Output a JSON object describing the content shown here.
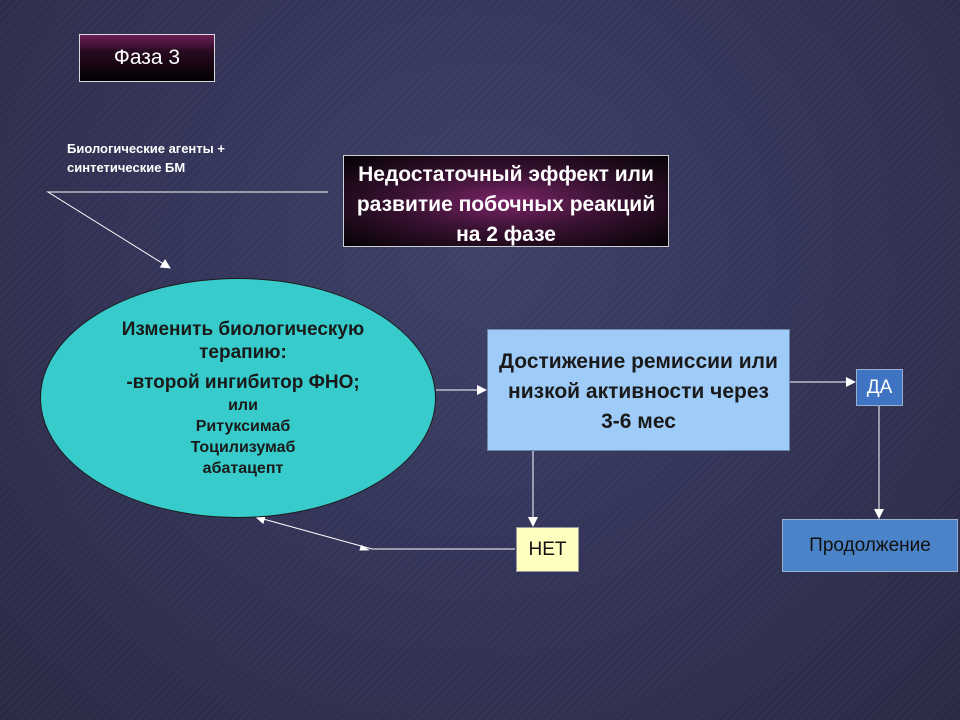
{
  "phase_label": "Фаза 3",
  "agents_text": {
    "line1": "Биологические агенты +",
    "line2": "синтетические БМ"
  },
  "insufficient_text": "Недостаточный эффект или\nразвитие побочных реакций\nна 2 фазе",
  "change_therapy": {
    "line1": "Изменить биологическую",
    "line2": "терапию:",
    "line3": "-второй ингибитор ФНО;",
    "line4": "или",
    "line5": "Ритуксимаб",
    "line6": "Тоцилизумаб",
    "line7": "абатацепт"
  },
  "remission_text": "Достижение ремиссии или\nнизкой активности через\n3-6 мес",
  "yes_label": "ДА",
  "no_label": "НЕТ",
  "continue_label": "Продолжение",
  "colors": {
    "ellipse_fill": "#37cbcb",
    "remission_fill": "#9fcbf8",
    "yes_fill": "#3f74c4",
    "no_fill": "#ffffc0",
    "continue_fill": "#4b83c8",
    "arrow_color": "#ffffff"
  }
}
